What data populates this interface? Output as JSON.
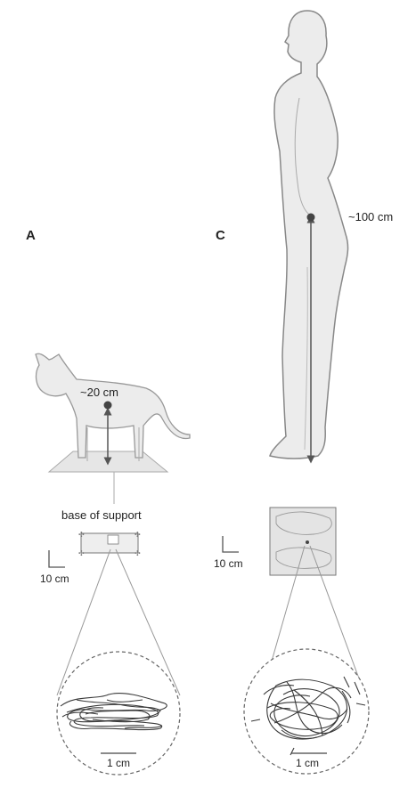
{
  "panel_a": {
    "letter": "A",
    "height_label": "~20 cm",
    "base_label": "base of support",
    "scale_label": "10 cm",
    "zoom_scale_label": "1 cm"
  },
  "panel_c": {
    "letter": "C",
    "height_label": "~100 cm",
    "scale_label": "10 cm",
    "zoom_scale_label": "1 cm"
  },
  "colors": {
    "body_fill": "#ececec",
    "outline": "#888888",
    "marker": "#444444",
    "trace": "#3a3a3a"
  }
}
